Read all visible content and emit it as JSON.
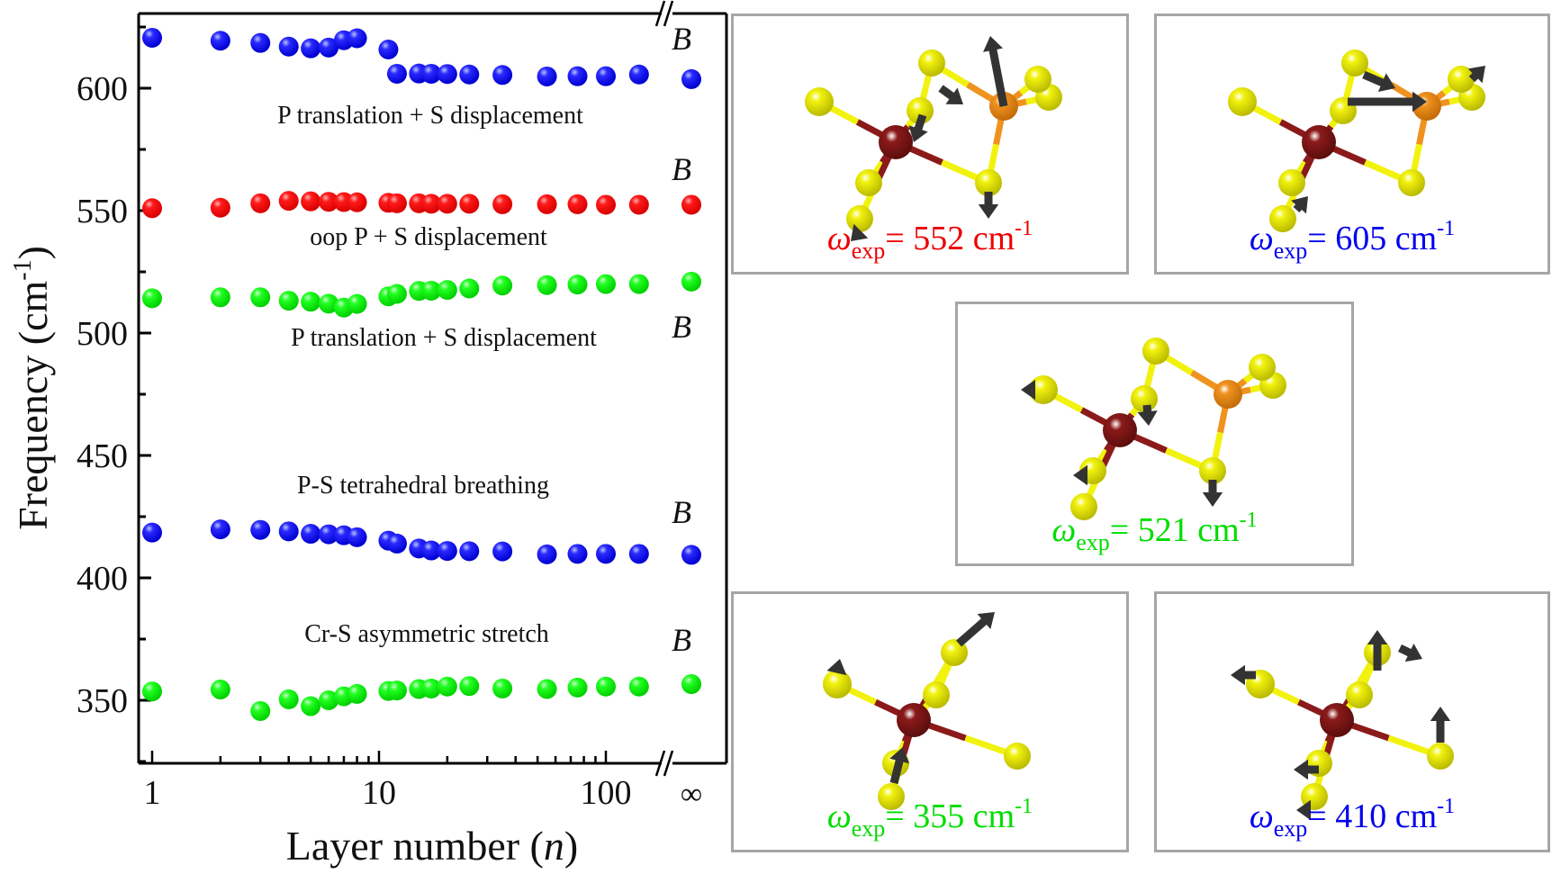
{
  "chart_data": {
    "type": "scatter",
    "title": "",
    "xlabel": "Layer number (n)",
    "xlabel_main": "Layer number (",
    "xlabel_var": "n",
    "xlabel_close": ")",
    "ylabel": "Frequency (cm-1)",
    "ylabel_main": "Frequency (cm",
    "ylabel_sup": "-1",
    "ylabel_close": ")",
    "xscale": "log with axis break before infinity",
    "x_tick_labels": [
      "1",
      "10",
      "100",
      "∞"
    ],
    "y_ticks": [
      350,
      400,
      450,
      500,
      550,
      600
    ],
    "ylim": [
      324,
      631
    ],
    "grid": false,
    "legend": null,
    "x": [
      1,
      2,
      3,
      4,
      5,
      6,
      7,
      8,
      11,
      12,
      15,
      17,
      20,
      25,
      35,
      55,
      75,
      100,
      140,
      "inf"
    ],
    "series": [
      {
        "name": "P translation + S displacement (~605 cm-1)",
        "color": "#0000ee",
        "symmetry": "B",
        "values": [
          620.6,
          619.4,
          618.5,
          617.0,
          616.3,
          616.6,
          619.6,
          620.4,
          615.8,
          605.9,
          606.0,
          605.9,
          605.8,
          605.6,
          605.4,
          604.8,
          604.9,
          604.9,
          605.6,
          603.7
        ]
      },
      {
        "name": "oop P + S displacement (~552 cm-1)",
        "color": "#ee0000",
        "symmetry": "B",
        "values": [
          551.0,
          551.2,
          553.0,
          554.0,
          553.8,
          553.6,
          553.5,
          553.4,
          553.2,
          553.0,
          553.0,
          552.8,
          552.8,
          552.8,
          552.6,
          552.6,
          552.6,
          552.4,
          552.4,
          552.4
        ]
      },
      {
        "name": "P translation + S displacement (~521 cm-1)",
        "color": "#00ee00",
        "symmetry": "B",
        "values": [
          514.2,
          514.6,
          514.6,
          513.2,
          512.8,
          512.0,
          510.4,
          511.9,
          515.0,
          516.0,
          517.2,
          517.3,
          517.6,
          518.2,
          519.4,
          519.6,
          519.8,
          520.0,
          520.0,
          521.0
        ]
      },
      {
        "name": "P-S tetrahedral breathing (~410 cm-1)",
        "color": "#0000ee",
        "symmetry": "B",
        "values": [
          418.5,
          419.8,
          419.6,
          419.0,
          418.0,
          417.8,
          417.4,
          416.6,
          415.2,
          414.0,
          412.0,
          411.2,
          411.0,
          410.9,
          410.8,
          409.6,
          409.8,
          409.8,
          409.8,
          409.4
        ]
      },
      {
        "name": "Cr-S asymmetric stretch (~355 cm-1)",
        "color": "#00ee00",
        "symmetry": "B",
        "values": [
          353.6,
          354.4,
          345.6,
          350.4,
          347.6,
          350.0,
          351.6,
          352.6,
          353.8,
          354.0,
          354.6,
          354.8,
          355.6,
          355.8,
          354.8,
          354.6,
          355.2,
          355.6,
          355.6,
          356.6
        ]
      }
    ],
    "annotations": [
      {
        "text": "P translation + S displacement",
        "near": 590
      },
      {
        "text": "oop P + S displacement",
        "near": 541
      },
      {
        "text": "P translation + S displacement",
        "near": 499
      },
      {
        "text": "P-S tetrahedral breathing",
        "near": 439
      },
      {
        "text": "Cr-S asymmetric stretch",
        "near": 379
      },
      {
        "text": "B",
        "near": 623
      },
      {
        "text": "B",
        "near": 569
      },
      {
        "text": "B",
        "near": 504
      },
      {
        "text": "B",
        "near": 428
      },
      {
        "text": "B",
        "near": 376
      }
    ]
  },
  "panels": [
    {
      "id": "552",
      "omega": "ω",
      "sub": "exp",
      "eq": "= 552 cm",
      "sup": "-1",
      "color": "#ee0000"
    },
    {
      "id": "605",
      "omega": "ω",
      "sub": "exp",
      "eq": "= 605 cm",
      "sup": "-1",
      "color": "#0000ee"
    },
    {
      "id": "521",
      "omega": "ω",
      "sub": "exp",
      "eq": "= 521 cm",
      "sup": "-1",
      "color": "#00dd00"
    },
    {
      "id": "355",
      "omega": "ω",
      "sub": "exp",
      "eq": "= 355 cm",
      "sup": "-1",
      "color": "#00dd00"
    },
    {
      "id": "410",
      "omega": "ω",
      "sub": "exp",
      "eq": "= 410 cm",
      "sup": "-1",
      "color": "#0000ee"
    }
  ],
  "atom_colors": {
    "Cr": "#8b1a1a",
    "P": "#f0921e",
    "S": "#f2f20f",
    "arrow": "#333333"
  }
}
